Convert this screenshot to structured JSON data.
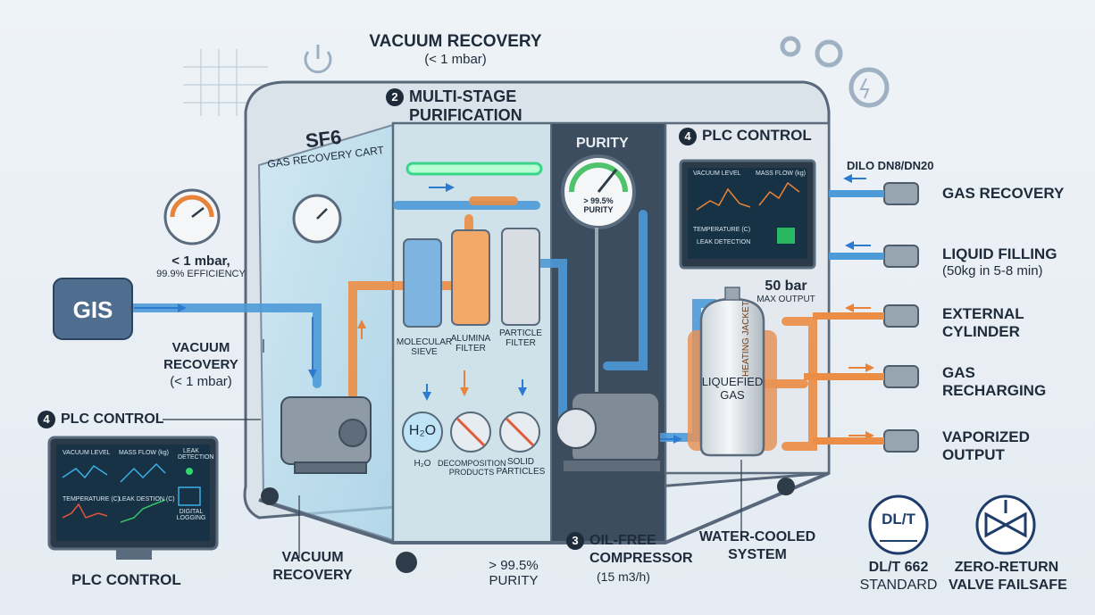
{
  "title_top": {
    "main": "VACUUM RECOVERY",
    "sub": "(< 1 mbar)"
  },
  "cart": {
    "title": "SF6",
    "subtitle": "GAS RECOVERY CART"
  },
  "stage2": {
    "num": "2",
    "label_line1": "MULTI-STAGE",
    "label_line2": "PURIFICATION"
  },
  "purity_gauge": {
    "header": "PURITY",
    "value": "> 99.5%",
    "unit": "PURITY"
  },
  "plc_top": {
    "num": "4",
    "label": "PLC CONTROL"
  },
  "dilo": "DILO DN8/DN20",
  "left_gauge": {
    "line1": "< 1 mbar,",
    "line2": "99.9% EFFICIENCY"
  },
  "gis": "GIS",
  "vacuum_left": {
    "line1": "VACUUM",
    "line2": "RECOVERY",
    "line3": "(< 1 mbar)"
  },
  "plc_left": {
    "num": "4",
    "label": "PLC CONTROL"
  },
  "filters": [
    {
      "line1": "MOLECULAR",
      "line2": "SIEVE"
    },
    {
      "line1": "ALUMINA",
      "line2": "FILTER"
    },
    {
      "line1": "PARTICLE",
      "line2": "FILTER"
    }
  ],
  "impurities": [
    {
      "icon_text": "H₂O",
      "line1": "H₂O",
      "line2": ""
    },
    {
      "icon_text": "",
      "line1": "DECOMPOSITION",
      "line2": "PRODUCTS"
    },
    {
      "icon_text": "",
      "line1": "SOLID",
      "line2": "PARTICLES"
    }
  ],
  "cylinder": {
    "line1": "LIQUEFIED",
    "line2": "GAS",
    "jacket": "HEATING JACKET"
  },
  "max_output": {
    "value": "50 bar",
    "label": "MAX OUTPUT"
  },
  "monitor_small": {
    "vacuum": "VACUUM LEVEL",
    "mass": "MASS FLOW (kg)",
    "temp": "TEMPERATURE (C)",
    "leak": "LEAK DETECTION"
  },
  "monitor_large": {
    "vacuum": "VACUUM LEVEL",
    "mass": "MASS FLOW (kg)",
    "leak_title": "LEAK DETECTION",
    "temp": "TEMPERATURE (C)",
    "leak2": "LEAK DESTION (C)",
    "logging": "DIGITAL LOGGING"
  },
  "bottom_plc": "PLC CONTROL",
  "bottom_vacuum": {
    "line1": "VACUUM",
    "line2": "RECOVERY"
  },
  "bottom_purity": {
    "line1": "> 99.5%",
    "line2": "PURITY"
  },
  "compressor": {
    "num": "3",
    "line1": "OIL-FREE",
    "line2": "COMPRESSOR",
    "line3": "(15 m3/h)"
  },
  "water": {
    "line1": "WATER-COOLED",
    "line2": "SYSTEM"
  },
  "dlt": {
    "badge": "DL/T",
    "line1": "DL/T 662",
    "line2": "STANDARD"
  },
  "zero": {
    "line1": "ZERO-RETURN",
    "line2": "VALVE FAILSAFE"
  },
  "ports": [
    {
      "line1": "GAS RECOVERY",
      "line2": ""
    },
    {
      "line1": "LIQUID FILLING",
      "line2": "(50kg in 5-8 min)"
    },
    {
      "line1": "EXTERNAL",
      "line2": "CYLINDER"
    },
    {
      "line1": "GAS",
      "line2": "RECHARGING"
    },
    {
      "line1": "VAPORIZED",
      "line2": "OUTPUT"
    }
  ]
}
